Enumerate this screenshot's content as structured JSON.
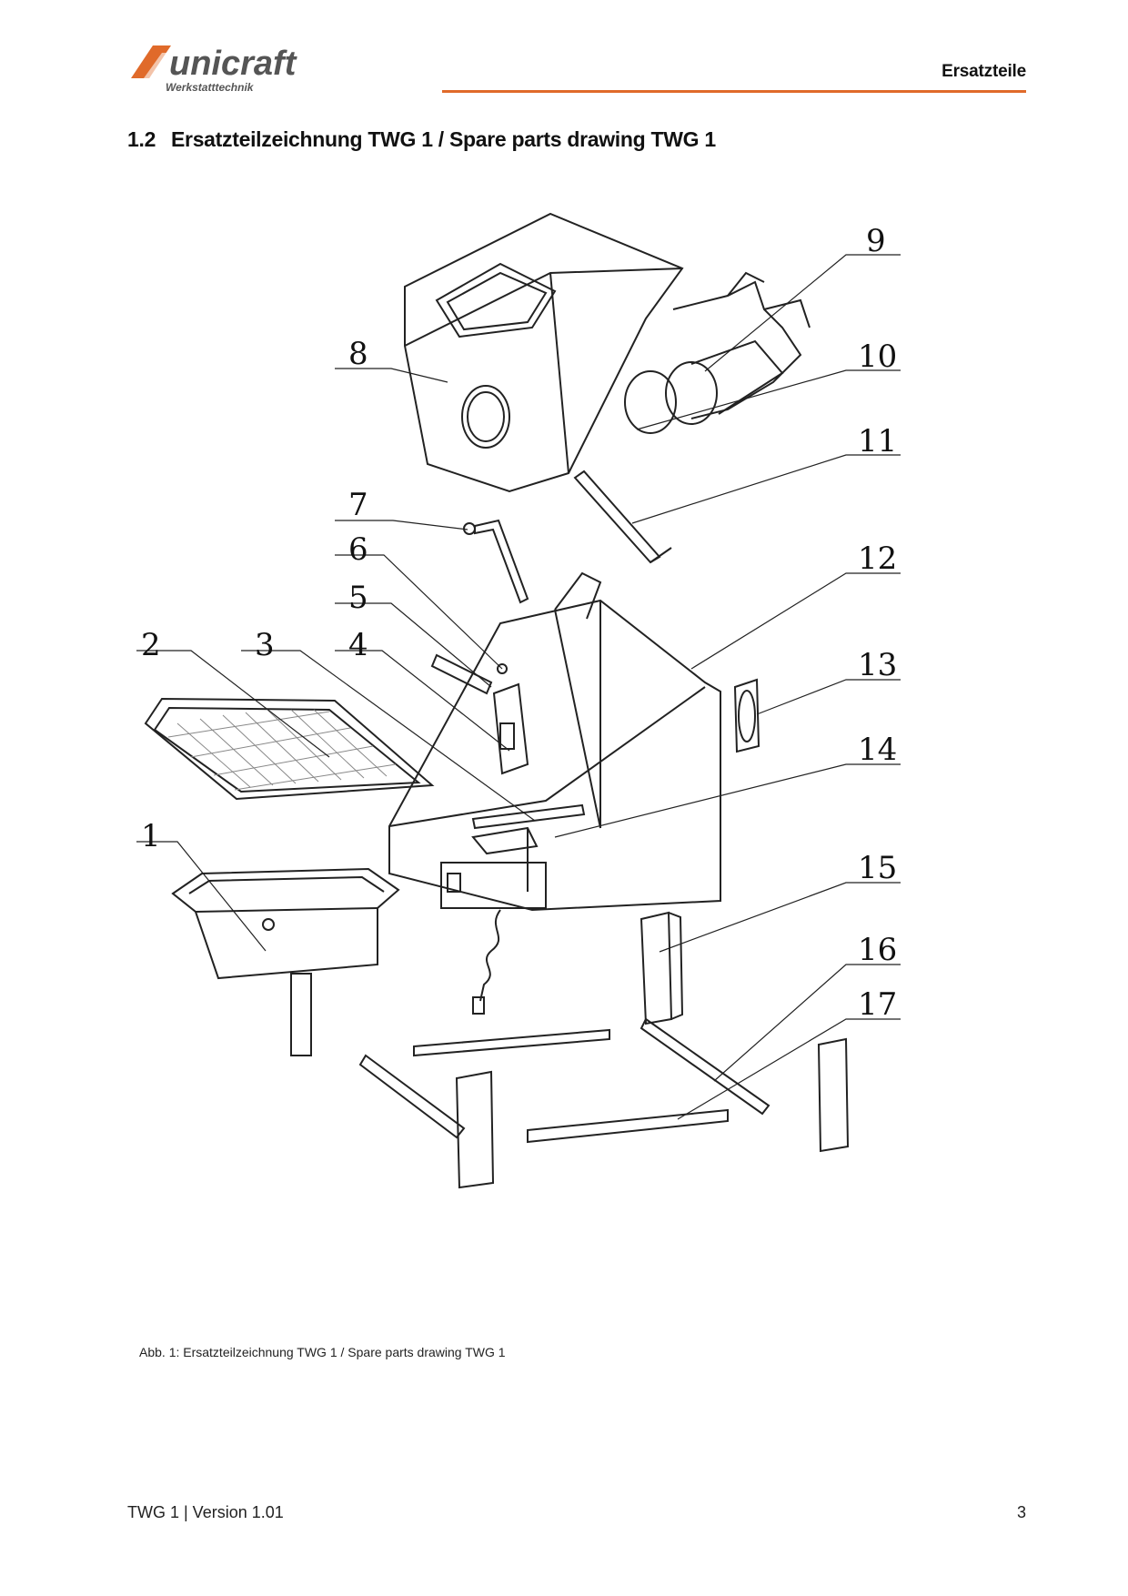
{
  "header": {
    "logo_text": "unicraft",
    "logo_subtext": "Werkstatttechnik",
    "section_label": "Ersatzteile",
    "accent_color": "#e06a2a"
  },
  "section": {
    "number": "1.2",
    "title": "Ersatzteilzeichnung TWG 1 / Spare parts drawing TWG 1"
  },
  "drawing": {
    "callouts": [
      "1",
      "2",
      "3",
      "4",
      "5",
      "6",
      "7",
      "8",
      "9",
      "10",
      "11",
      "12",
      "13",
      "14",
      "15",
      "16",
      "17"
    ]
  },
  "caption": "Abb. 1: Ersatzteilzeichnung TWG 1 / Spare parts drawing TWG 1",
  "footer": {
    "doc_version": "TWG 1 | Version 1.01",
    "page_number": "3"
  }
}
